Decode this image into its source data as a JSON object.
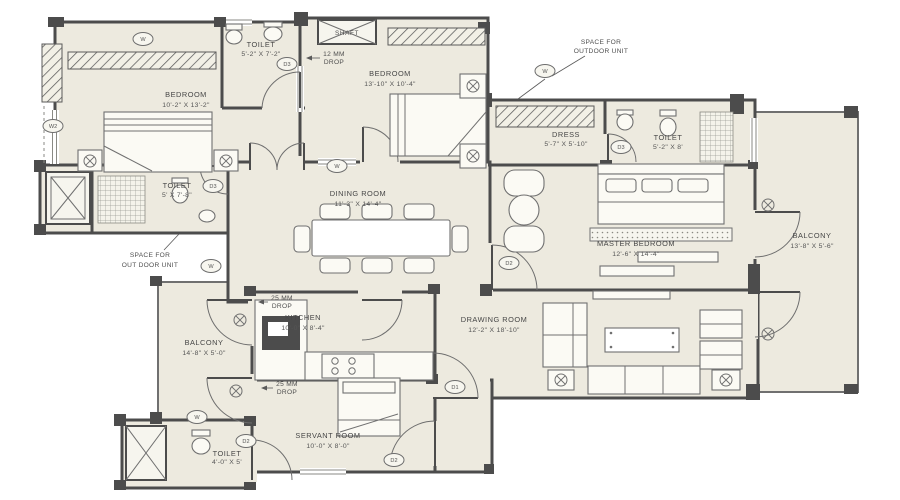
{
  "colors": {
    "background": "#ffffff",
    "floor": "#edeadf",
    "wall": "#4c4c4c",
    "furniture_line": "#707070",
    "text": "#4a4a4a"
  },
  "rooms": [
    {
      "name": "BEDROOM",
      "dims": "10'-2\" X 13'-2\""
    },
    {
      "name": "TOILET",
      "dims": "5'-2\" X 7'-2\""
    },
    {
      "name": "BEDROOM",
      "dims": "13'-10\" X 10'-4\""
    },
    {
      "name": "DRESS",
      "dims": "5'-7\" X 5'-10\""
    },
    {
      "name": "TOILET",
      "dims": "5'-2\" X 8'"
    },
    {
      "name": "TOILET",
      "dims": "5' X 7'-8\""
    },
    {
      "name": "DINING ROOM",
      "dims": "11'-3\" X 14'-4\""
    },
    {
      "name": "MASTER BEDROOM",
      "dims": "12'-6\" X 14'-4\""
    },
    {
      "name": "BALCONY",
      "dims": "13'-8\" X 5'-6\""
    },
    {
      "name": "BALCONY",
      "dims": "14'-8\" X 5'-0\""
    },
    {
      "name": "KITCHEN",
      "dims": "10'-0\" X 8'-4\""
    },
    {
      "name": "DRAWING ROOM",
      "dims": "12'-2\" X 18'-10\""
    },
    {
      "name": "SERVANT ROOM",
      "dims": "10'-0\" X 8'-0\""
    },
    {
      "name": "TOILET",
      "dims": "4'-0\" X 5'"
    }
  ],
  "annotations": {
    "shaft": "SHAFT",
    "outdoor_unit_right": {
      "line1": "SPACE FOR",
      "line2": "OUTDOOR UNIT"
    },
    "outdoor_unit_left": {
      "line1": "SPACE FOR",
      "line2": "OUT DOOR UNIT"
    },
    "drop_12mm": {
      "line1": "12 MM",
      "line2": "DROP"
    },
    "drop_25mm_a": {
      "line1": "25 MM",
      "line2": "DROP"
    },
    "drop_25mm_b": {
      "line1": "25 MM",
      "line2": "DROP"
    }
  },
  "markers": [
    {
      "label": "W"
    },
    {
      "label": "D3"
    },
    {
      "label": "W2"
    },
    {
      "label": "W"
    },
    {
      "label": "W"
    },
    {
      "label": "D3"
    },
    {
      "label": "W"
    },
    {
      "label": "D2"
    },
    {
      "label": "D1"
    },
    {
      "label": "D2"
    },
    {
      "label": "D2"
    },
    {
      "label": "W"
    },
    {
      "label": "D3"
    }
  ]
}
